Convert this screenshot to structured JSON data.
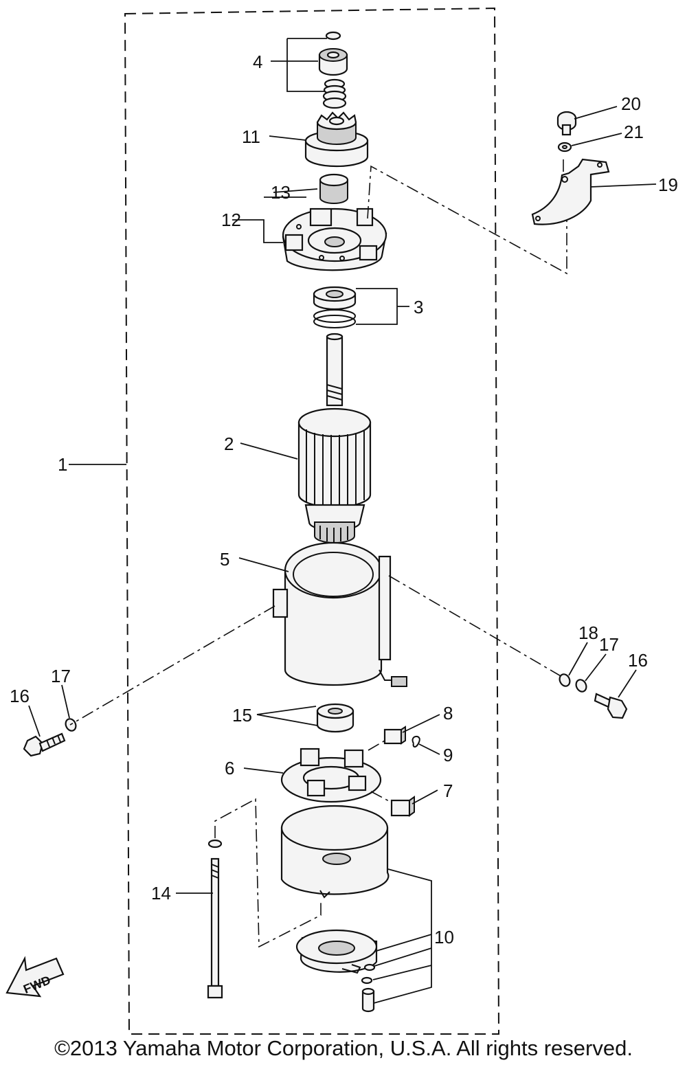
{
  "callouts": {
    "c1": "1",
    "c2": "2",
    "c3": "3",
    "c4": "4",
    "c5": "5",
    "c6": "6",
    "c7": "7",
    "c8": "8",
    "c9": "9",
    "c10": "10",
    "c11": "11",
    "c12": "12",
    "c13": "13",
    "c14": "14",
    "c15": "15",
    "c16a": "16",
    "c16b": "16",
    "c17a": "17",
    "c17b": "17",
    "c18": "18",
    "c19": "19",
    "c20": "20",
    "c21": "21"
  },
  "fwd_label": "FWD",
  "copyright": "©2013 Yamaha Motor Corporation, U.S.A. All rights reserved."
}
